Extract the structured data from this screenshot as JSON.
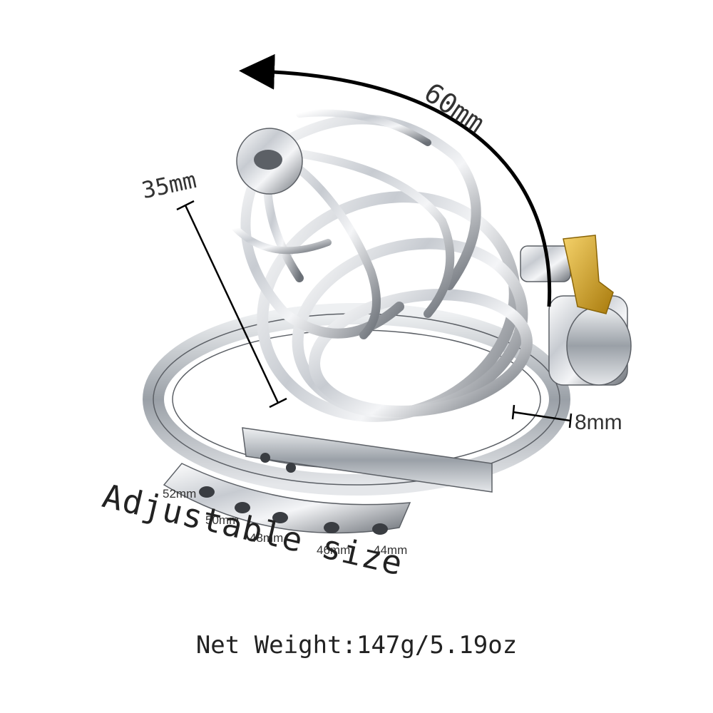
{
  "dimensions": {
    "circumference": "60mm",
    "length": "35mm",
    "ring_width": "8mm"
  },
  "ring_sizes": [
    "52mm",
    "50mm",
    "48mm",
    "46mm",
    "44mm"
  ],
  "adjustable_label": "Adjustable size",
  "net_weight": "Net Weight:147g/5.19oz",
  "colors": {
    "steel_light": "#f2f3f5",
    "steel_mid": "#b9bdc3",
    "steel_dark": "#5c6066",
    "lock_gold": "#d4a017",
    "text": "#333333",
    "arrow": "#000000"
  }
}
